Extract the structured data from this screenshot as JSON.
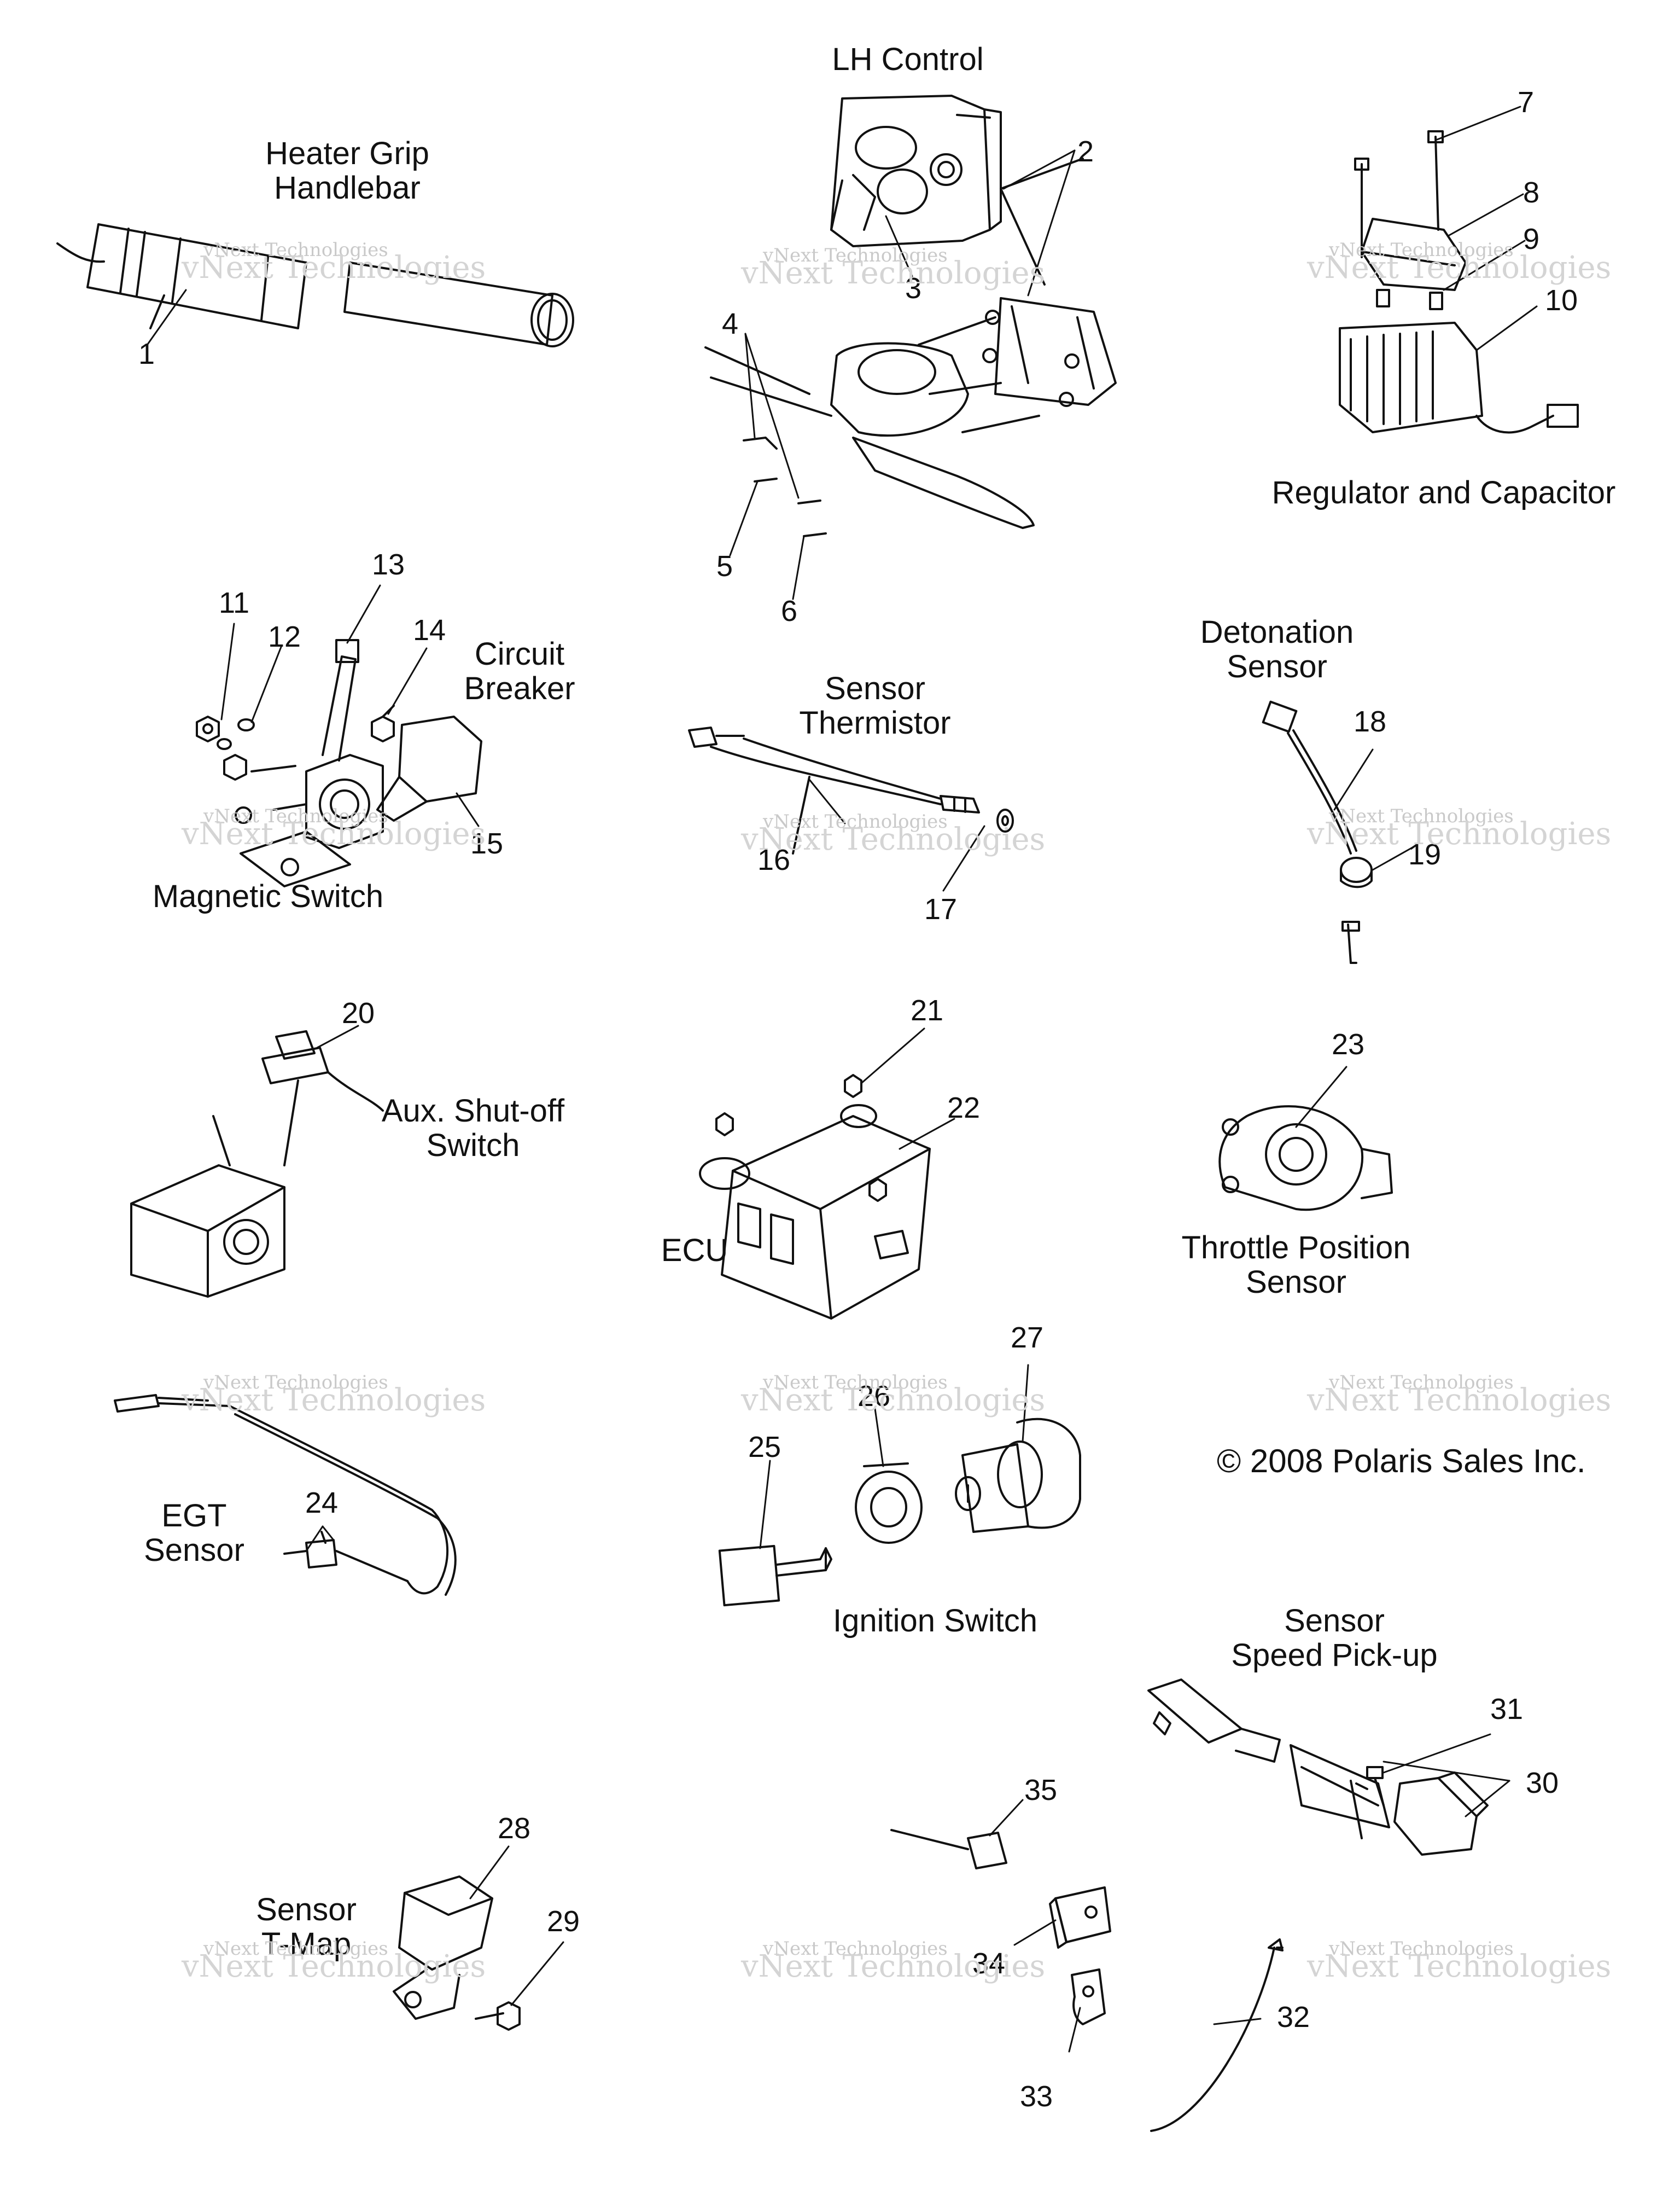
{
  "titles": {
    "heater_grip": "Heater Grip\nHandlebar",
    "lh_control": "LH Control",
    "regulator": "Regulator and Capacitor",
    "circuit_breaker": "Circuit\nBreaker",
    "magnetic_switch": "Magnetic Switch",
    "sensor_thermistor": "Sensor\nThermistor",
    "detonation_sensor": "Detonation\nSensor",
    "aux_shutoff": "Aux. Shut-off\nSwitch",
    "ecu": "ECU",
    "throttle_position": "Throttle Position\nSensor",
    "egt_sensor": "EGT\nSensor",
    "ignition_switch": "Ignition Switch",
    "speed_pickup": "Sensor\nSpeed Pick-up",
    "tmap_sensor": "Sensor\nT-Map"
  },
  "copyright": "© 2008 Polaris Sales Inc.",
  "watermark": {
    "line1": "vNext Technologies",
    "line2": "vNext Technologies"
  },
  "callouts": [
    "1",
    "2",
    "3",
    "4",
    "5",
    "6",
    "7",
    "8",
    "9",
    "10",
    "11",
    "12",
    "13",
    "14",
    "15",
    "16",
    "17",
    "18",
    "19",
    "20",
    "21",
    "22",
    "23",
    "24",
    "25",
    "26",
    "27",
    "28",
    "29",
    "30",
    "31",
    "32",
    "33",
    "34",
    "35"
  ]
}
